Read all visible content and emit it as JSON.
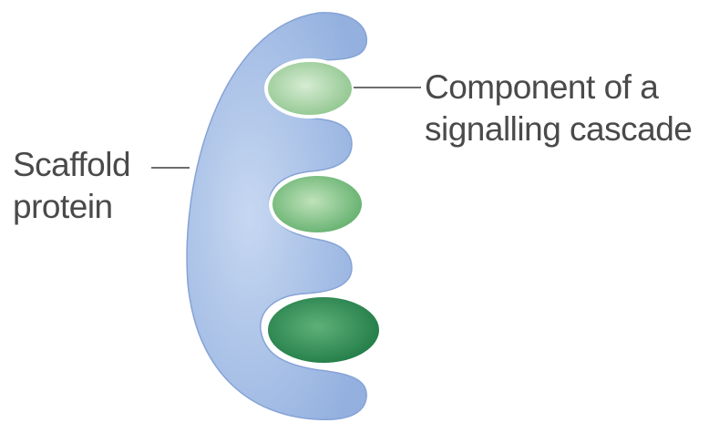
{
  "labels": {
    "scaffold": [
      "Scaffold",
      "protein"
    ],
    "component": [
      "Component of a",
      "signalling cascade"
    ]
  },
  "colors": {
    "scaffold_fill": "#9db8e4",
    "scaffold_highlight": "#c6d7f1",
    "component_light": "#a9d3a6",
    "component_mid": "#6fb57a",
    "component_dark": "#2f8c52",
    "leader_line": "#6e6e6e",
    "text": "#4a4a4a"
  },
  "components": [
    {
      "name": "component-1",
      "shade": "light"
    },
    {
      "name": "component-2",
      "shade": "mid"
    },
    {
      "name": "component-3",
      "shade": "dark"
    }
  ]
}
